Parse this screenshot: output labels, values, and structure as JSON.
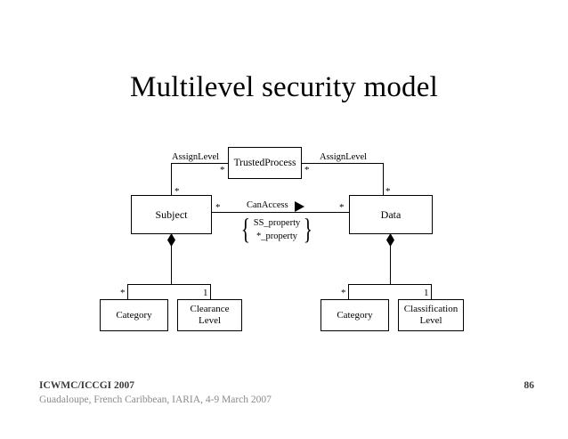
{
  "slide": {
    "title": "Multilevel security model",
    "background_color": "#ffffff",
    "line_color": "#000000"
  },
  "diagram": {
    "type": "uml-class-diagram",
    "nodes": [
      {
        "id": "trusted-process",
        "label": "TrustedProcess"
      },
      {
        "id": "subject",
        "label": "Subject"
      },
      {
        "id": "data",
        "label": "Data"
      },
      {
        "id": "category-left",
        "label": "Category"
      },
      {
        "id": "clearance-level",
        "label_line1": "Clearance",
        "label_line2": "Level"
      },
      {
        "id": "category-right",
        "label": "Category"
      },
      {
        "id": "classification-level",
        "label_line1": "Classification",
        "label_line2": "Level"
      }
    ],
    "associations": [
      {
        "id": "assign-level-left",
        "label": "AssignLevel",
        "from": "trusted-process",
        "to": "subject",
        "from_multiplicity": "*",
        "to_multiplicity": "*"
      },
      {
        "id": "assign-level-right",
        "label": "AssignLevel",
        "from": "trusted-process",
        "to": "data",
        "from_multiplicity": "*",
        "to_multiplicity": "*"
      },
      {
        "id": "can-access",
        "label": "CanAccess",
        "from": "subject",
        "to": "data",
        "from_multiplicity": "*",
        "to_multiplicity": "*",
        "navigable": true
      }
    ],
    "compositions": [
      {
        "id": "subject-category",
        "from": "subject",
        "to": "category-left",
        "multiplicity": "*"
      },
      {
        "id": "subject-clearance",
        "from": "subject",
        "to": "clearance-level",
        "multiplicity": "1"
      },
      {
        "id": "data-category",
        "from": "data",
        "to": "category-right",
        "multiplicity": "*"
      },
      {
        "id": "data-classification",
        "from": "data",
        "to": "classification-level",
        "multiplicity": "1"
      }
    ],
    "constraint_note": {
      "open_brace": "{",
      "close_brace": "}",
      "line1": "SS_property",
      "line2": "*_property"
    }
  },
  "footer": {
    "conference": "ICWMC/ICCGI 2007",
    "location_date": "Guadaloupe, French Caribbean, IARIA,  4-9 March 2007",
    "page_number": "86"
  }
}
